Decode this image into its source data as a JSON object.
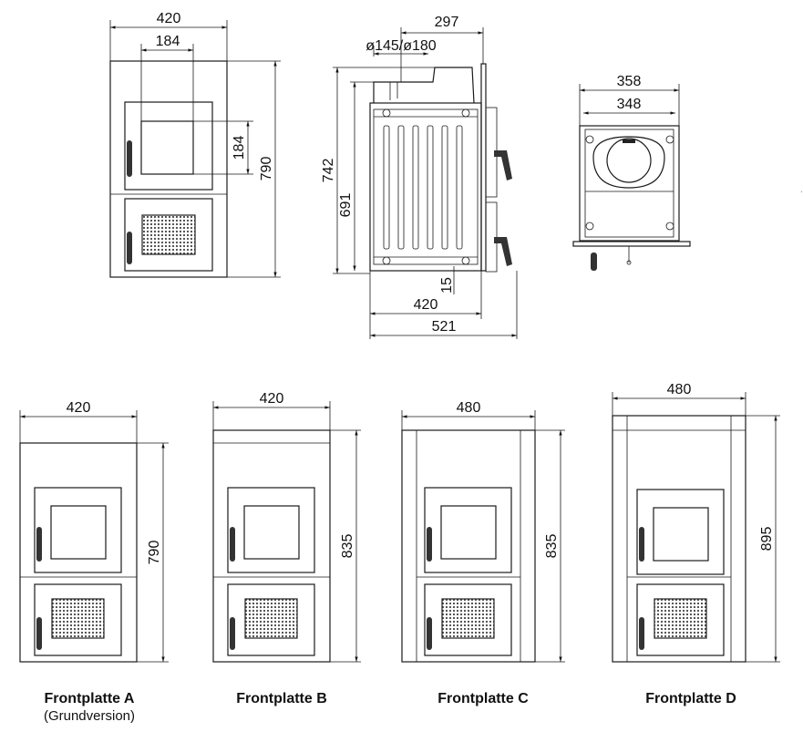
{
  "views": {
    "front": {
      "width": "420",
      "window": "184",
      "window_h": "184",
      "height": "790"
    },
    "side": {
      "top": "297",
      "flue": "ø145/ø180",
      "height_total": "742",
      "height_body": "691",
      "foot": "15",
      "depth": "420",
      "depth_total": "521"
    },
    "top": {
      "outer": "358",
      "inner": "348"
    }
  },
  "variants": [
    {
      "name": "Frontplatte A",
      "note": "(Grundversion)",
      "width": "420",
      "height": "790"
    },
    {
      "name": "Frontplatte B",
      "note": "",
      "width": "420",
      "height": "835"
    },
    {
      "name": "Frontplatte C",
      "note": "",
      "width": "480",
      "height": "835"
    },
    {
      "name": "Frontplatte D",
      "note": "",
      "width": "480",
      "height": "895"
    }
  ]
}
